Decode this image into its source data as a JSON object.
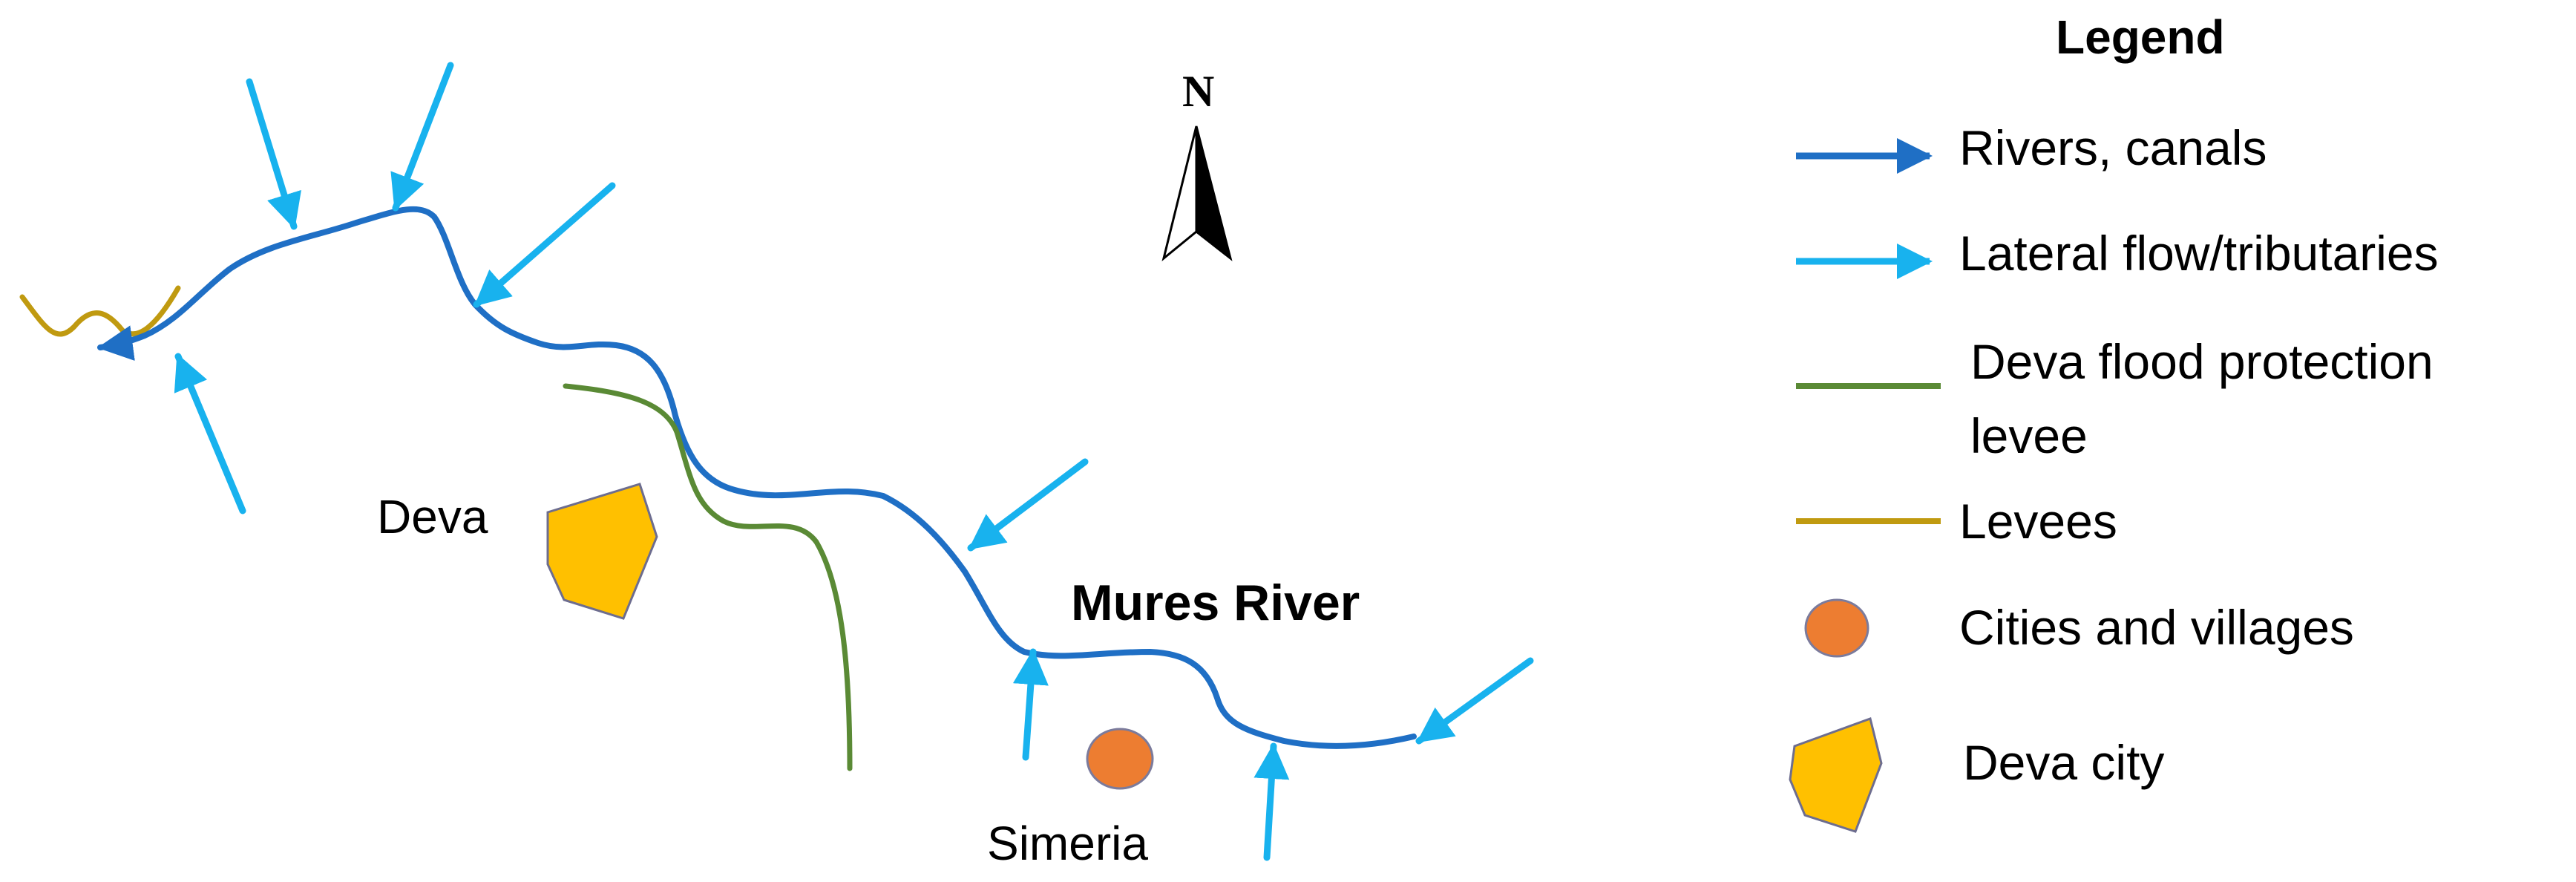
{
  "map": {
    "labels": {
      "deva": "Deva",
      "mures_river": "Mures River",
      "simeria": "Simeria"
    },
    "north_arrow": {
      "letter": "N"
    },
    "colors": {
      "river": "#1F6FC5",
      "lateral_flow": "#18B2EE",
      "flood_protection_levee": "#5A8A35",
      "levees": "#C09A10",
      "city_fill": "#ED7D31",
      "city_stroke": "#7B7B9C",
      "deva_city_fill": "#FFC000",
      "deva_city_stroke": "#6D6D8F"
    }
  },
  "legend": {
    "title": "Legend",
    "items": [
      {
        "label": "Rivers, canals",
        "symbol": "arrow-dark-blue"
      },
      {
        "label": "Lateral flow/tributaries",
        "symbol": "arrow-light-blue"
      },
      {
        "label": "Deva flood protection",
        "label_line2": "levee",
        "symbol": "line-green"
      },
      {
        "label": "Levees",
        "symbol": "line-gold"
      },
      {
        "label": "Cities and villages",
        "symbol": "orange-ellipse"
      },
      {
        "label": "Deva city",
        "symbol": "yellow-polygon"
      }
    ]
  }
}
